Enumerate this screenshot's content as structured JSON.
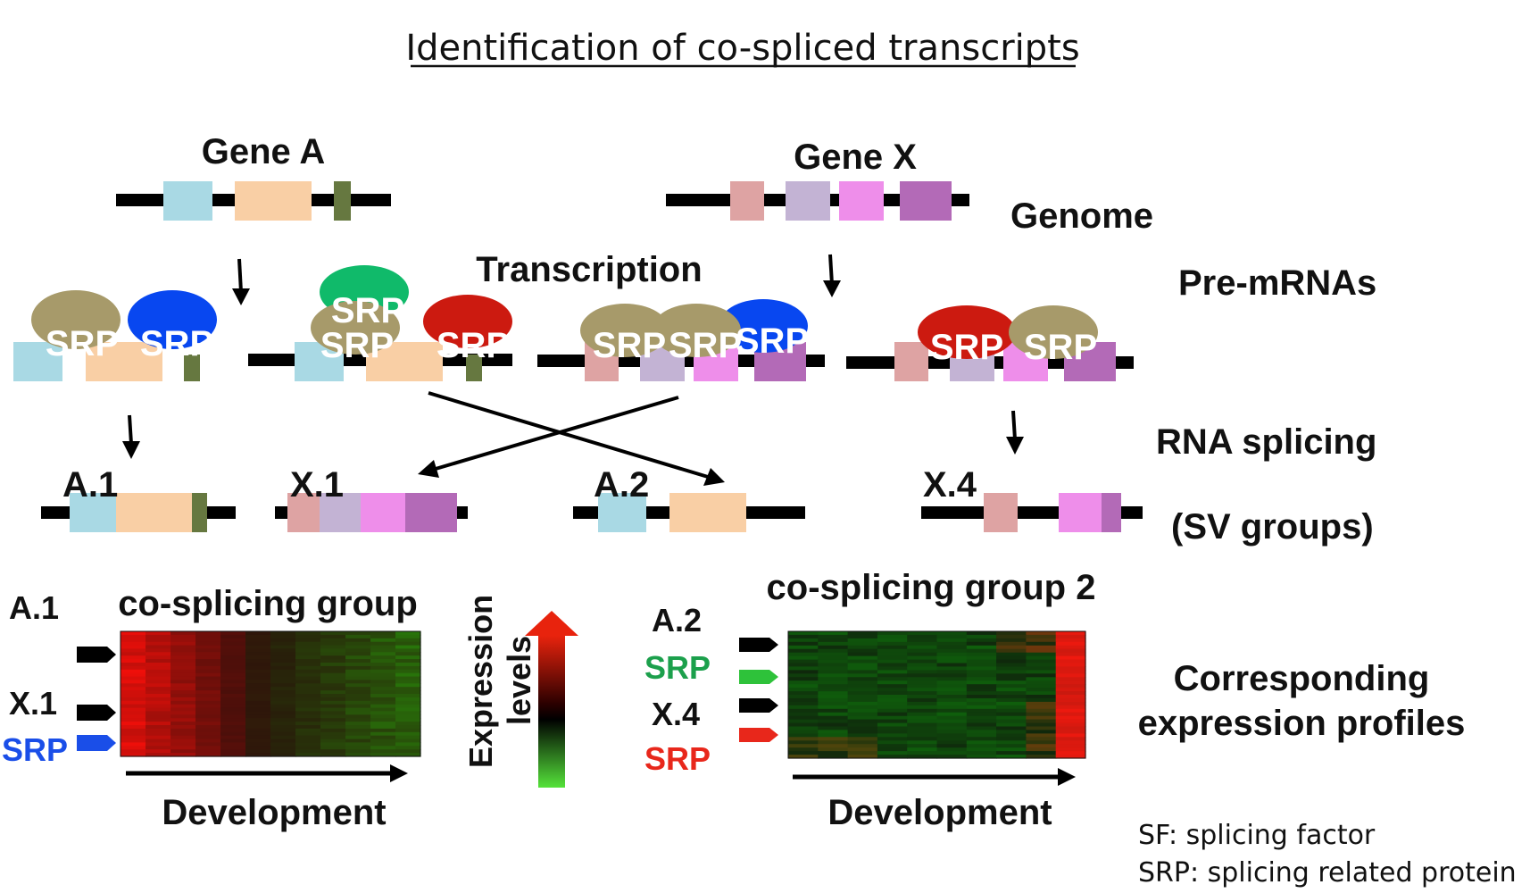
{
  "title": "Identification of co-spliced transcripts",
  "genes": {
    "gene_a": "Gene A",
    "gene_x": "Gene X"
  },
  "stages": {
    "genome": "Genome",
    "transcription": "Transcription",
    "pre_mrnas": "Pre-mRNAs",
    "rna_splicing": "RNA splicing",
    "sv_groups": "(SV groups)",
    "profiles_line1": "Corresponding",
    "profiles_line2": "expression profiles"
  },
  "protein_label": "SRP",
  "isoforms": {
    "a1": "A.1",
    "x1": "X.1",
    "a2": "A.2",
    "x4": "X.4"
  },
  "heatmap_left": {
    "title": "co-splicing group",
    "rows": [
      "A.1",
      "X.1",
      "SRP"
    ],
    "axis": "Development"
  },
  "heatmap_right": {
    "title": "co-splicing group 2",
    "rows": [
      "A.2",
      "SRP",
      "X.4",
      "SRP"
    ],
    "axis": "Development"
  },
  "legend": {
    "line1": "Expression",
    "line2": "levels"
  },
  "notes": {
    "sf": "SF: splicing factor",
    "srp": "SRP: splicing related protein"
  },
  "colors": {
    "exon_light_blue": "#a9d9e4",
    "exon_peach": "#f9cfa5",
    "exon_olive": "#667840",
    "exon_rose": "#dea3a3",
    "exon_lavender": "#c3b3d4",
    "exon_pink": "#ee8eea",
    "exon_purple": "#b36ab7",
    "srp_tan": "#a79a6a",
    "srp_blue": "#0847f0",
    "srp_green": "#10ba6a",
    "srp_red": "#cc1a10",
    "label_green": "#1ca04c",
    "label_red": "#e8271b",
    "label_blue": "#1a4ee8"
  }
}
